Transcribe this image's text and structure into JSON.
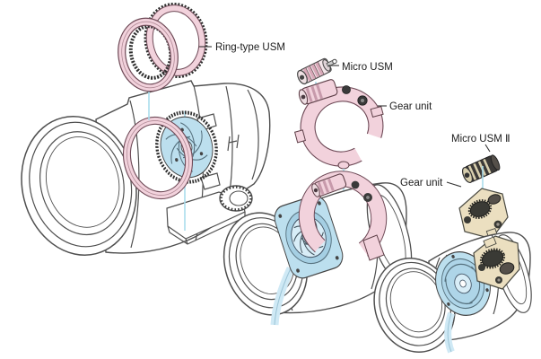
{
  "diagram": {
    "description": "Exploded-view illustration of three lens ultrasonic-motor drive systems",
    "labels": {
      "ring_type_usm": "Ring-type USM",
      "micro_usm": "Micro USM",
      "gear_unit_mid": "Gear unit",
      "micro_usm_ii": "Micro USM Ⅱ",
      "gear_unit_right": "Gear unit"
    },
    "colors": {
      "usm_pink": "#f2d2dc",
      "usm_pink_edge": "#6e4a57",
      "unit_blue": "#bcdfee",
      "unit_blue_light": "#d8edf7",
      "unit_tan": "#ebdfc0",
      "connector_blue": "#aadded",
      "line_art": "#4f4f4f",
      "teeth_dark": "#2f2f2f",
      "label_text": "#1c1c1c"
    }
  }
}
